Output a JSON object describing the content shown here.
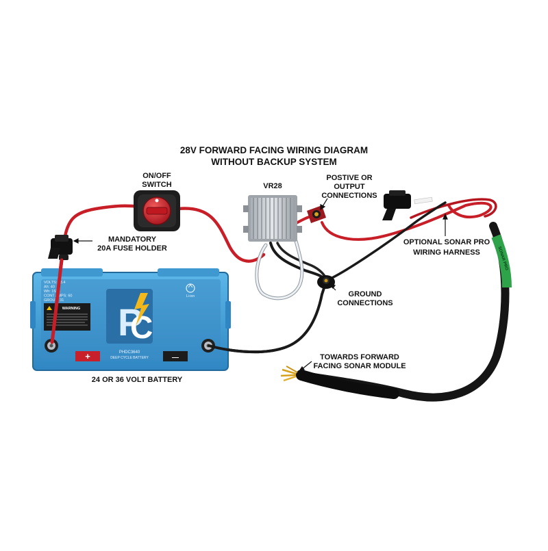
{
  "title": {
    "line1": "28V FORWARD FACING WIRING DIAGRAM",
    "line2": "WITHOUT BACKUP SYSTEM"
  },
  "labels": {
    "switch_line1": "ON/OFF",
    "switch_line2": "SWITCH",
    "vr28": "VR28",
    "positive_line1": "POSTIVE OR",
    "positive_line2": "OUTPUT",
    "positive_line3": "CONNECTIONS",
    "fuse_line1": "MANDATORY",
    "fuse_line2": "20A FUSE HOLDER",
    "sonar_line1": "OPTIONAL SONAR PRO",
    "sonar_line2": "WIRING HARNESS",
    "ground_line1": "GROUND",
    "ground_line2": "CONNECTIONS",
    "towards_line1": "TOWARDS FORWARD",
    "towards_line2": "FACING SONAR MODULE",
    "battery_caption": "24 OR 36 VOLT BATTERY"
  },
  "battery": {
    "spec_lines": [
      "VOLTS: 38.4",
      "Ah: 40",
      "Wh: 1536",
      "CONT AMPS: 60",
      "GROUP: 31"
    ],
    "warning_title": "WARNING",
    "model": "PHDC3640",
    "type": "DEEP CYCLE BATTERY",
    "plus": "+",
    "minus": "—",
    "recycle_text": "Li-ion"
  },
  "harness_text": "SONAR PRO",
  "colors": {
    "battery": "#4aa6dc",
    "battery_dark": "#2a7bb3",
    "red_wire": "#c81e28",
    "black_wire": "#1a1a1a",
    "white_wire": "#e6e9ee",
    "green_band": "#2fa34a",
    "brass": "#d6a21e"
  }
}
